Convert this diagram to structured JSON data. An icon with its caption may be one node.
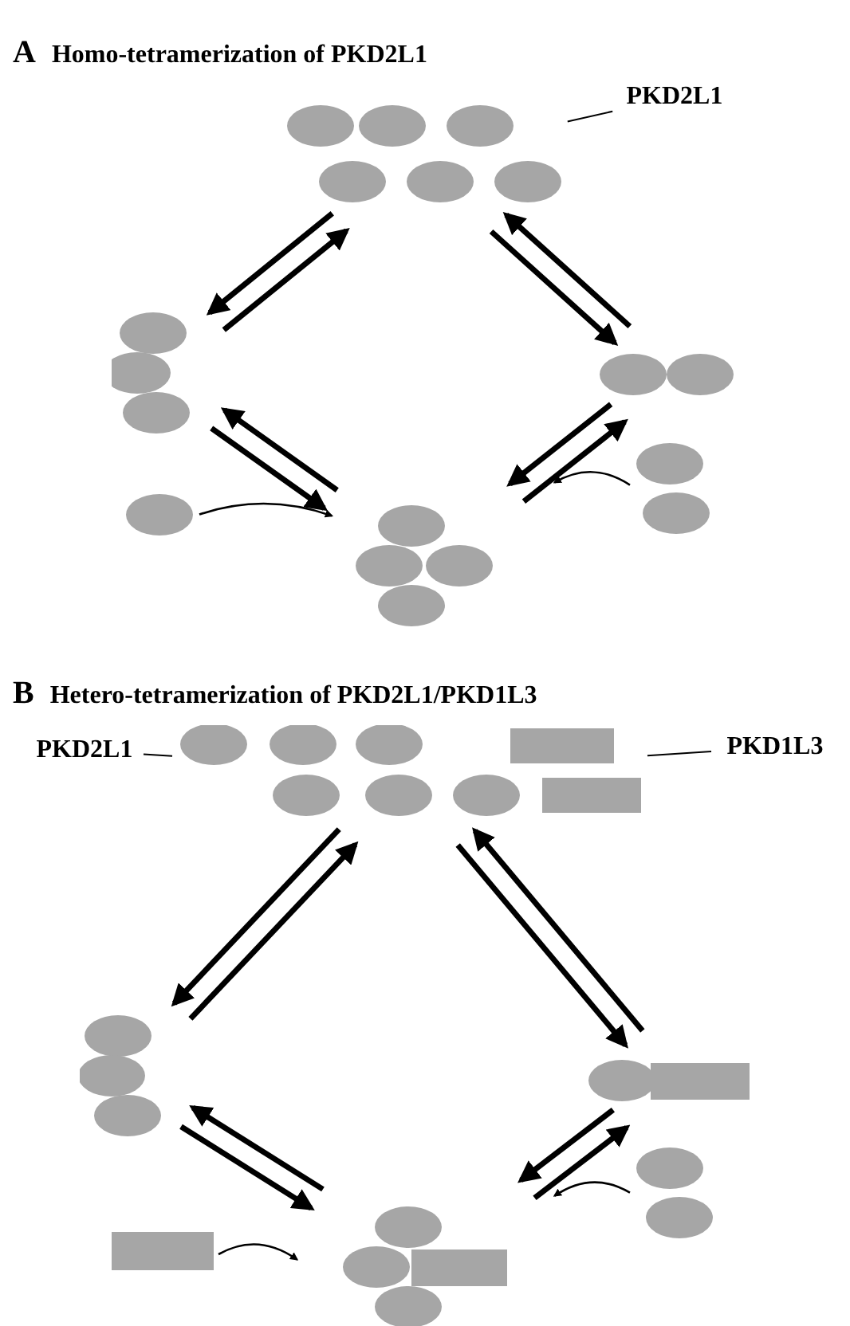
{
  "diagram": {
    "nodes": [
      {
        "text": [
          "PKD2L1"
        ]
      },
      {
        "text": [],
        "shape": "ellipse"
      },
      {
        "text": [],
        "shape": "ellipse"
      },
      {
        "text": [],
        "shape": "ellipse"
      },
      {
        "text": [],
        "shape": "ellipse"
      },
      {
        "text": [],
        "shape": "ellipse"
      },
      {
        "text": [],
        "shape": "ellipse"
      },
      {
        "text": [
          "PKD2L1"
        ]
      },
      {
        "text": [],
        "shape": "ellipse"
      },
      {
        "text": [
          "PKD1L3"
        ]
      },
      {
        "text": [],
        "shape": "ellipse"
      },
      {
        "text": [],
        "shape": "ellipse"
      },
      {
        "text": [],
        "shape": "bar"
      },
      {
        "text": [],
        "shape": "ellipse"
      },
      {
        "text": [],
        "shape": "ellipse"
      }
    ],
    "edges": [
      {
        "from": 0,
        "to": 1,
        "arrow": "none"
      },
      {
        "from": 1,
        "to": 2,
        "arrow": "to"
      },
      {
        "from": 2,
        "to": 1,
        "arrow": "to"
      },
      {
        "from": 1,
        "to": 3,
        "arrow": "to"
      },
      {
        "from": 3,
        "to": 1,
        "arrow": "to"
      },
      {
        "from": 2,
        "to": 5,
        "arrow": "to"
      },
      {
        "from": 5,
        "to": 2,
        "arrow": "to"
      },
      {
        "from": 3,
        "to": 5,
        "arrow": "to"
      },
      {
        "from": 5,
        "to": 3,
        "arrow": "to"
      },
      {
        "from": 4,
        "to": 5,
        "arrow": "to"
      },
      {
        "from": 6,
        "to": 5,
        "arrow": "to"
      },
      {
        "from": 7,
        "to": 8,
        "arrow": "none"
      },
      {
        "from": 9,
        "to": 8,
        "arrow": "none"
      },
      {
        "from": 8,
        "to": 10,
        "arrow": "to"
      },
      {
        "from": 10,
        "to": 8,
        "arrow": "to"
      },
      {
        "from": 8,
        "to": 11,
        "arrow": "to"
      },
      {
        "from": 11,
        "to": 8,
        "arrow": "to"
      },
      {
        "from": 10,
        "to": 13,
        "arrow": "to"
      },
      {
        "from": 13,
        "to": 10,
        "arrow": "to"
      },
      {
        "from": 11,
        "to": 13,
        "arrow": "to"
      },
      {
        "from": 13,
        "to": 11,
        "arrow": "to"
      },
      {
        "from": 12,
        "to": 13,
        "arrow": "to"
      },
      {
        "from": 14,
        "to": 13,
        "arrow": "to"
      }
    ],
    "labels": [
      "A",
      "Homo-tetramerization of PKD2L1",
      "B",
      "Hetero-tetramerization of PKD2L1/PKD1L3"
    ]
  }
}
